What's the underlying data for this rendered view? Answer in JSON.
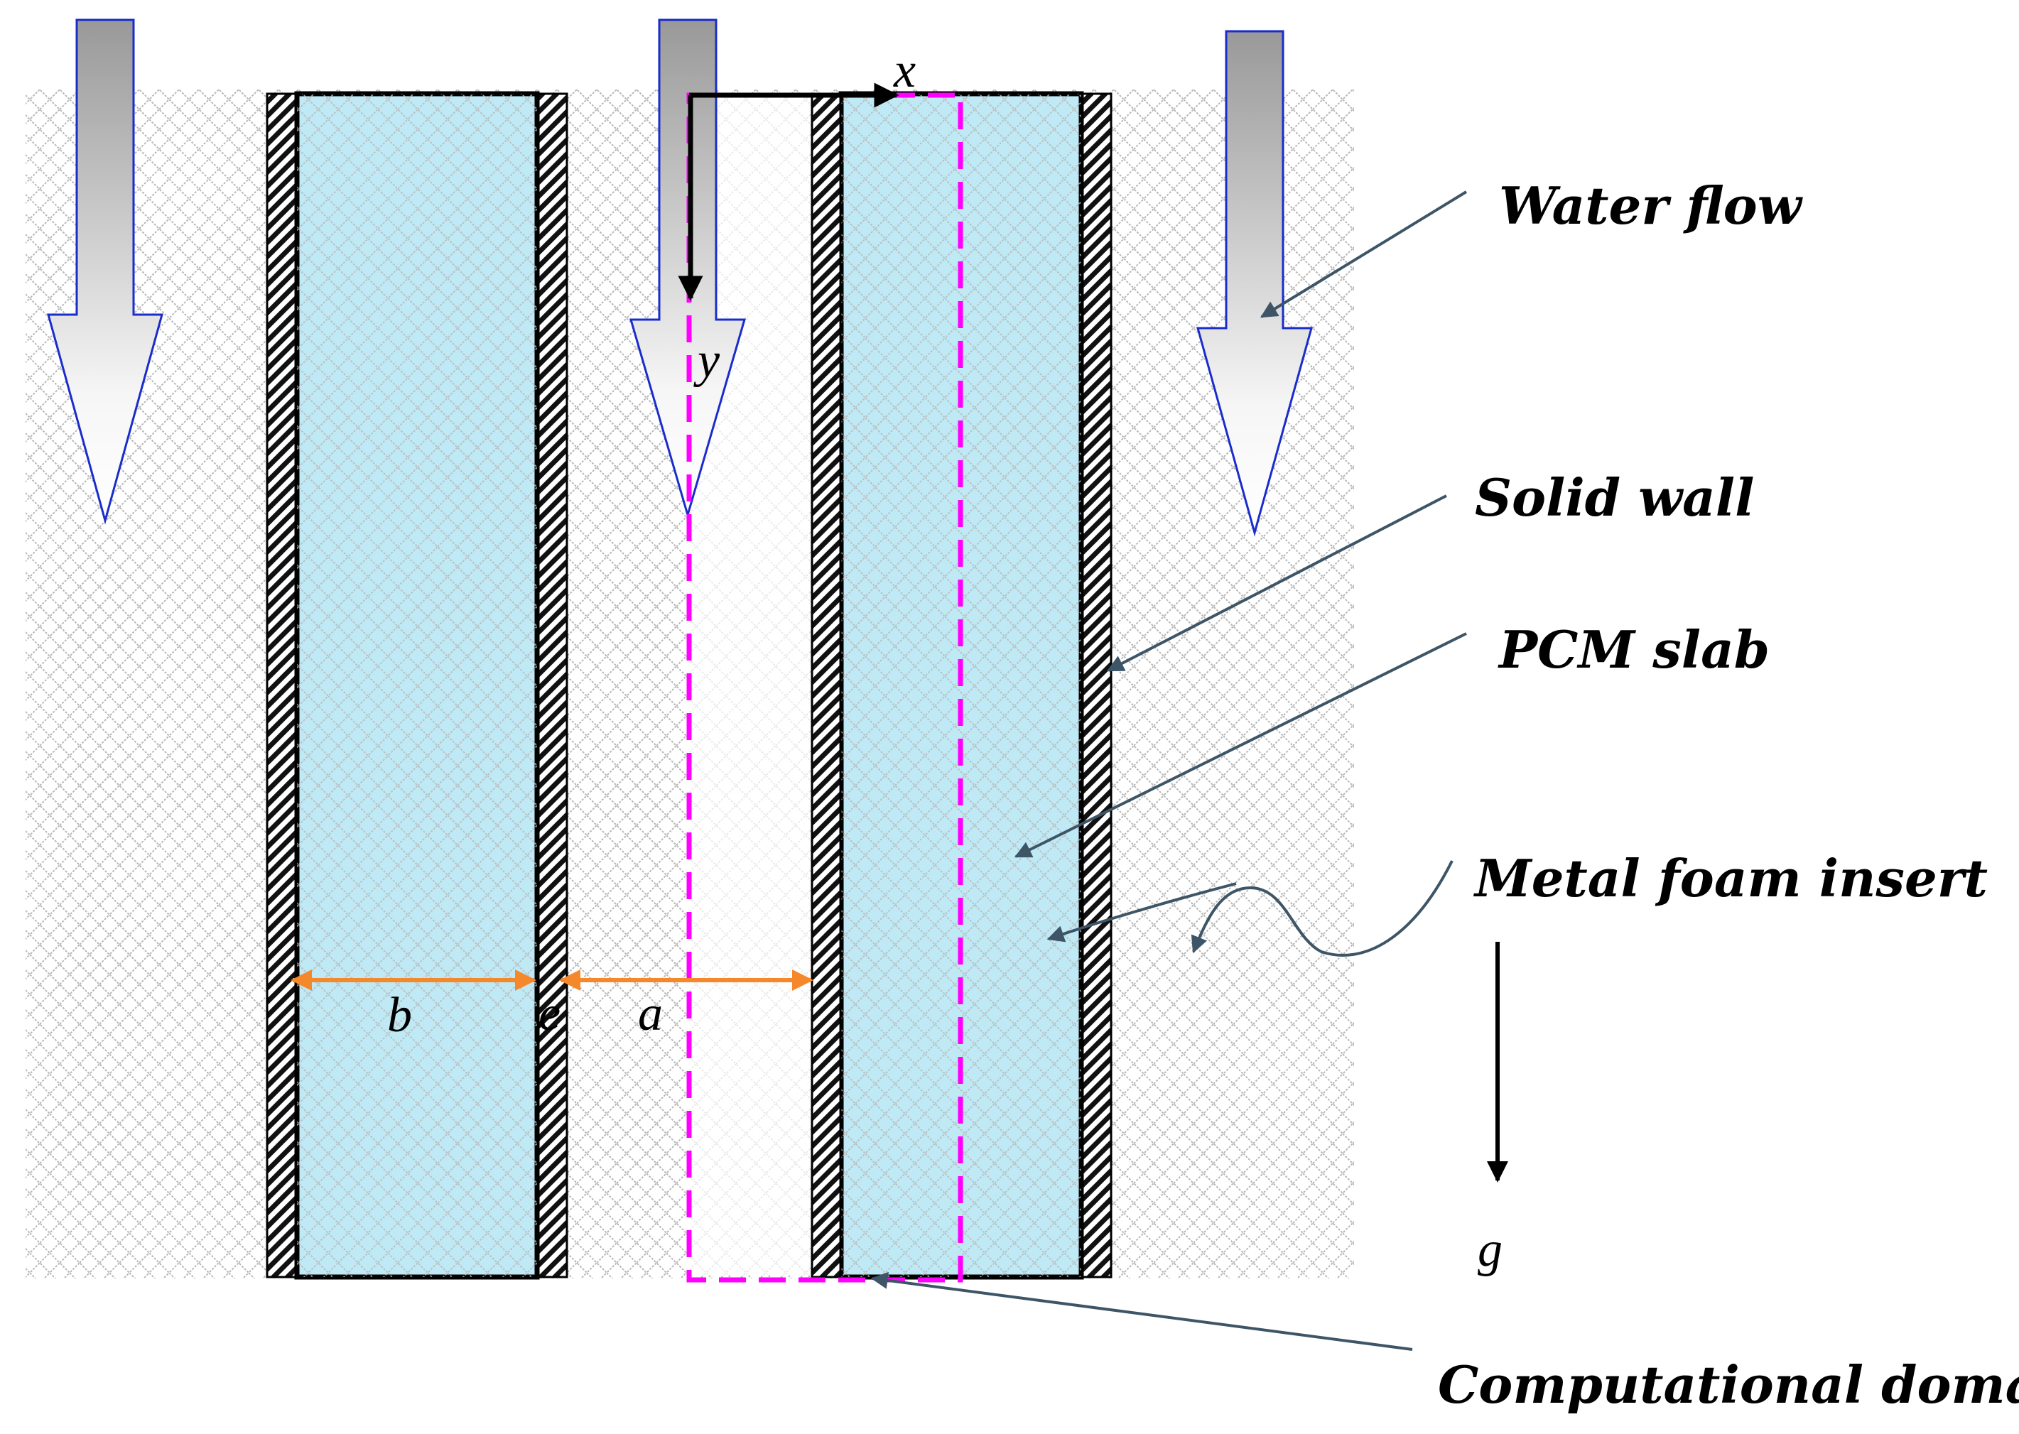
{
  "labels": {
    "water_flow": "Water flow",
    "solid_wall": "Solid wall",
    "pcm_slab": "PCM slab",
    "metal_foam": "Metal foam insert",
    "computational_domain": "Computational domain"
  },
  "symbols": {
    "x": "x",
    "y": "y",
    "a": "a",
    "b": "b",
    "e": "e",
    "g": "g"
  },
  "colors": {
    "pcm_fill": "#bfe9f5",
    "foam_mesh": "#b8b8b8",
    "domain_outline": "#ff00ff",
    "dimension_arrow": "#f5882a",
    "flow_arrow_stroke": "#1a2ccc",
    "leader_line": "#3d5566"
  },
  "icons": {
    "flow_arrow": "down-arrow-gradient-icon",
    "gravity_arrow": "down-arrow-icon",
    "wall": "hatched-wall"
  }
}
